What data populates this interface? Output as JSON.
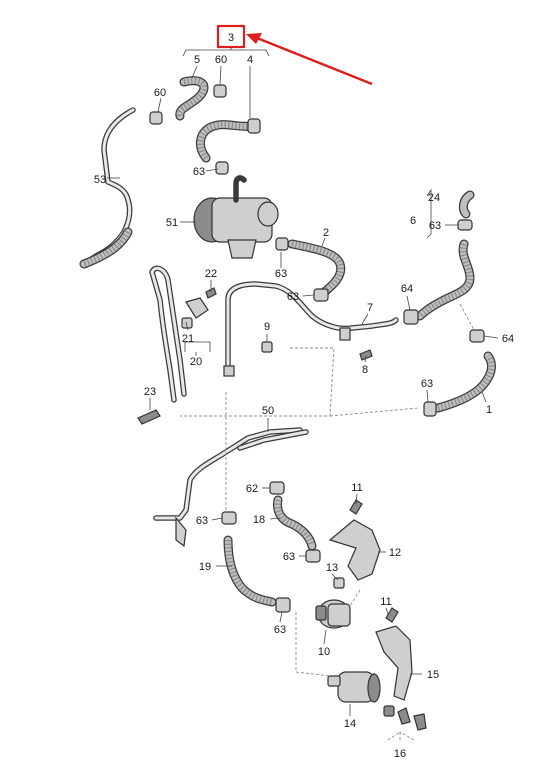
{
  "callouts": {
    "c3": "3",
    "c5": "5",
    "c60a": "60",
    "c4": "4",
    "c60b": "60",
    "c53": "53",
    "c63a": "63",
    "c51": "51",
    "c24": "24",
    "c6": "6",
    "c63b": "63",
    "c2": "2",
    "c63c": "63",
    "c22": "22",
    "c63d": "63",
    "c64a": "64",
    "c7": "7",
    "c21": "21",
    "c9": "9",
    "c20": "20",
    "c64b": "64",
    "c8": "8",
    "c63e": "63",
    "c23": "23",
    "c1": "1",
    "c50": "50",
    "c11a": "11",
    "c62": "62",
    "c18": "18",
    "c63f": "63",
    "c12": "12",
    "c63g": "63",
    "c13": "13",
    "c19": "19",
    "c11b": "11",
    "c63h": "63",
    "c10": "10",
    "c15": "15",
    "c14": "14",
    "c16": "16"
  },
  "colors": {
    "highlight": "#e01e1e",
    "line": "#3a3a3a",
    "part_fill": "#cfcfcf",
    "background": "#ffffff"
  }
}
